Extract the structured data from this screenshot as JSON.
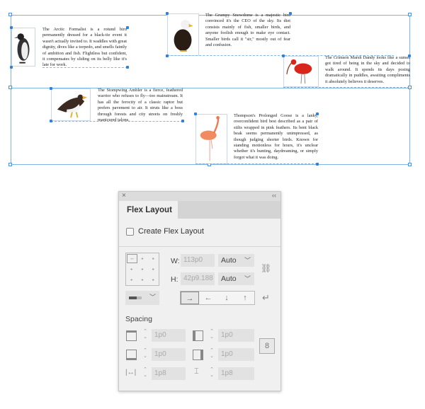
{
  "canvas": {
    "items": [
      {
        "name": "penguin",
        "text": "The Arctic Formalist is a rotund bird permanently dressed for a black-tie event it wasn't actually invited to. It waddles with great dignity, dives like a torpedo, and smells faintly of ambition and fish. Flightless but confident, it compensates by sliding on its belly like it's late for work."
      },
      {
        "name": "bald-eagle",
        "text": "The Grumpy Snowdome is a majestic bird convinced it's the CEO of the sky. Its diet consists mainly of fish, smaller birds, and anyone foolish enough to make eye contact. Smaller birds call it \"sir,\" mostly out of fear and confusion."
      },
      {
        "name": "scarlet-ibis",
        "text": "The Crimson Marsh Dandy looks like a sunset got tired of being in the sky and decided to walk around. It spends its days posing dramatically in puddles, awaiting compliments it absolutely believes it deserves."
      },
      {
        "name": "stellers-sea-eagle",
        "text": "The Stompwing Ambler is a fierce, feathered warrior who refuses to fly—too mainstream. It has all the ferocity of a classic raptor but prefers pavement to air. It struts like a boss through forests and city streets on freshly manicured talons."
      },
      {
        "name": "flamingo",
        "text": "Thompson's Prolonged Goose is a lanky, overconfident bird best described as a pair of stilts wrapped in pink feathers. Its bent black beak seems permanently unimpressed, as though judging shorter birds. Known for standing motionless for hours, it's unclear whether it's hunting, daydreaming, or simply forgot what it was doing."
      }
    ],
    "selection_color": "#7fb6ea"
  },
  "panel": {
    "close": "×",
    "collapse": "‹‹",
    "tab": "Flex Layout",
    "checkbox_label": "Create Flex Layout",
    "checkbox_checked": false,
    "w_label": "W:",
    "w_value": "113p0",
    "w_mode": "Auto",
    "h_label": "H:",
    "h_value": "42p9.188",
    "h_mode": "Auto",
    "directions": [
      "→",
      "←",
      "↓",
      "↑"
    ],
    "selected_direction": "→",
    "spacing_label": "Spacing",
    "spacing": {
      "top": "1p0",
      "left": "1p0",
      "bottom": "1p0",
      "right": "1p0",
      "column_gap": "1p8",
      "row_gap": "1p8"
    }
  }
}
